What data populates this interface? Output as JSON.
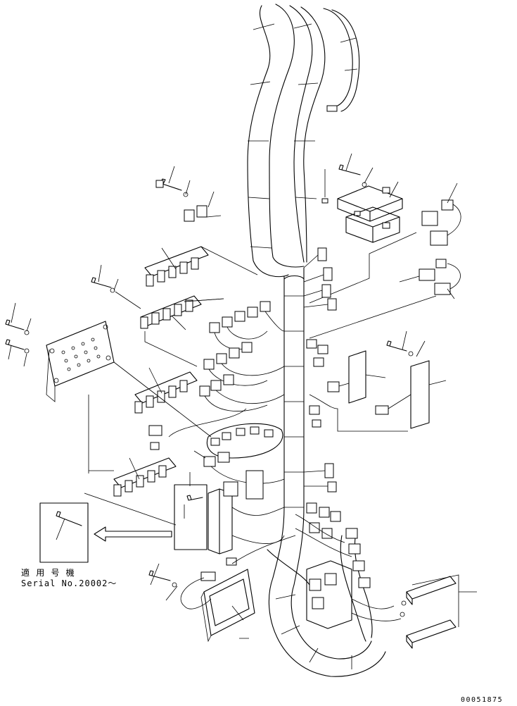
{
  "note": {
    "applicable_label": "適 用 号 機",
    "serial_label": "Serial No.20002～"
  },
  "drawing_code": "00051875"
}
